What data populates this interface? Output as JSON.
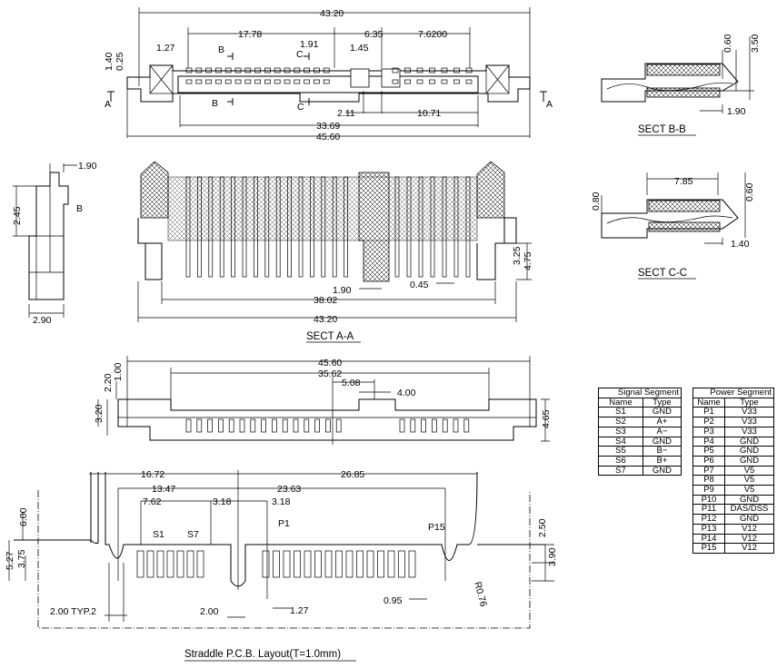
{
  "top_view": {
    "dims": {
      "overall_width": "43.20",
      "signal_span": "17.78",
      "gap": "6.35",
      "power_span": "7.6200",
      "pitch": "1.27",
      "offset_1_91": "1.91",
      "offset_1_45": "1.45",
      "height_1_40": "1.40",
      "height_0_25": "0.25",
      "key_2_11": "2.11",
      "key_10_71": "10.71",
      "inner_width": "33.69",
      "total_width": "45.60"
    },
    "section_marks": {
      "a_left": "A",
      "a_right": "A",
      "b_top": "B",
      "b_bottom": "B",
      "c_top": "C",
      "c_bottom": "C"
    }
  },
  "section_b": {
    "title": "SECT B-B",
    "dims": {
      "d1": "0.60",
      "d2": "3.50",
      "d3": "1.90"
    }
  },
  "section_c": {
    "title": "SECT C-C",
    "dims": {
      "d1": "7.85",
      "d2": "0.80",
      "d3": "0.60",
      "d4": "1.40"
    }
  },
  "side_view": {
    "dims": {
      "top": "1.90",
      "height": "2.45",
      "bottom": "2.90"
    },
    "mark": "B"
  },
  "section_a": {
    "title": "SECT A-A",
    "dims": {
      "h1": "3.25",
      "h2": "4.75",
      "d1": "1.90",
      "d2": "0.45",
      "span": "38.02",
      "width": "43.20"
    }
  },
  "front_view": {
    "dims": {
      "total": "45.60",
      "inner": "35.62",
      "d508": "5.08",
      "d400": "4.00",
      "d220": "2.20",
      "d100": "1.00",
      "d320": "3.20",
      "d465": "4.65"
    }
  },
  "signal_table": {
    "title": "Signal  Segment",
    "headers": [
      "Name",
      "Type"
    ],
    "rows": [
      [
        "S1",
        "GND"
      ],
      [
        "S2",
        "A+"
      ],
      [
        "S3",
        "A−"
      ],
      [
        "S4",
        "GND"
      ],
      [
        "S5",
        "B−"
      ],
      [
        "S6",
        "B+"
      ],
      [
        "S7",
        "GND"
      ]
    ]
  },
  "power_table": {
    "title": "Power  Segment",
    "headers": [
      "Name",
      "Type"
    ],
    "rows": [
      [
        "P1",
        "V33"
      ],
      [
        "P2",
        "V33"
      ],
      [
        "P3",
        "V33"
      ],
      [
        "P4",
        "GND"
      ],
      [
        "P5",
        "GND"
      ],
      [
        "P6",
        "GND"
      ],
      [
        "P7",
        "V5"
      ],
      [
        "P8",
        "V5"
      ],
      [
        "P9",
        "V5"
      ],
      [
        "P10",
        "GND"
      ],
      [
        "P11",
        "DAS/DSS"
      ],
      [
        "P12",
        "GND"
      ],
      [
        "P13",
        "V12"
      ],
      [
        "P14",
        "V12"
      ],
      [
        "P15",
        "V12"
      ]
    ]
  },
  "pcb_layout": {
    "title": "Straddle  P.C.B.  Layout(T=1.0mm)",
    "dims": {
      "d1672": "16.72",
      "d2685": "26.85",
      "d1347": "13.47",
      "d2363": "23.63",
      "d762": "7.62",
      "d318a": "3.18",
      "d318b": "3.18",
      "d600": "6.00",
      "d527": "5.27",
      "d375": "3.75",
      "d250": "2.50",
      "d390": "3.90",
      "r076": "R0.76",
      "d095": "0.95",
      "d200typ": "2.00  TYP.2",
      "d200": "2.00",
      "d127": "1.27"
    },
    "pins": {
      "s1": "S1",
      "s7": "S7",
      "p1": "P1",
      "p15": "P15"
    }
  }
}
